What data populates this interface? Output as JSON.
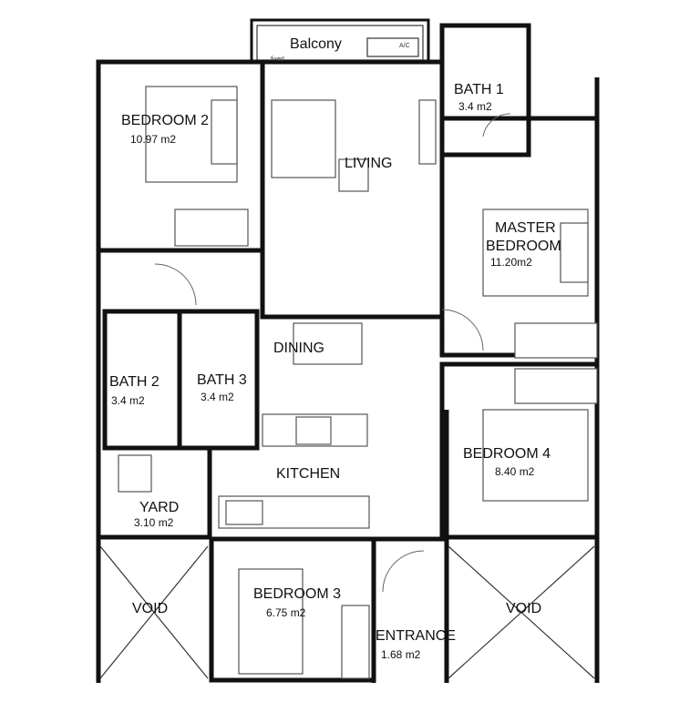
{
  "rooms": {
    "balcony": {
      "name": "Balcony",
      "fixed": "fixed",
      "ac": "A/C"
    },
    "bedroom2": {
      "name": "BEDROOM 2",
      "area": "10.97 m2"
    },
    "living": {
      "name": "LIVING"
    },
    "bath1": {
      "name": "BATH 1",
      "area": "3.4 m2"
    },
    "master": {
      "name1": "MASTER",
      "name2": "BEDROOM",
      "area": "11.20m2"
    },
    "dining": {
      "name": "DINING"
    },
    "bath2": {
      "name": "BATH 2",
      "area": "3.4 m2"
    },
    "bath3": {
      "name": "BATH 3",
      "area": "3.4 m2"
    },
    "kitchen": {
      "name": "KITCHEN"
    },
    "bedroom4": {
      "name": "BEDROOM 4",
      "area": "8.40 m2"
    },
    "yard": {
      "name": "YARD",
      "area": "3.10 m2"
    },
    "void_left": {
      "name": "VOID"
    },
    "bedroom3": {
      "name": "BEDROOM 3",
      "area": "6.75 m2"
    },
    "entrance": {
      "name": "ENTRANCE",
      "area": "1.68 m2"
    },
    "void_right": {
      "name": "VOID"
    }
  }
}
